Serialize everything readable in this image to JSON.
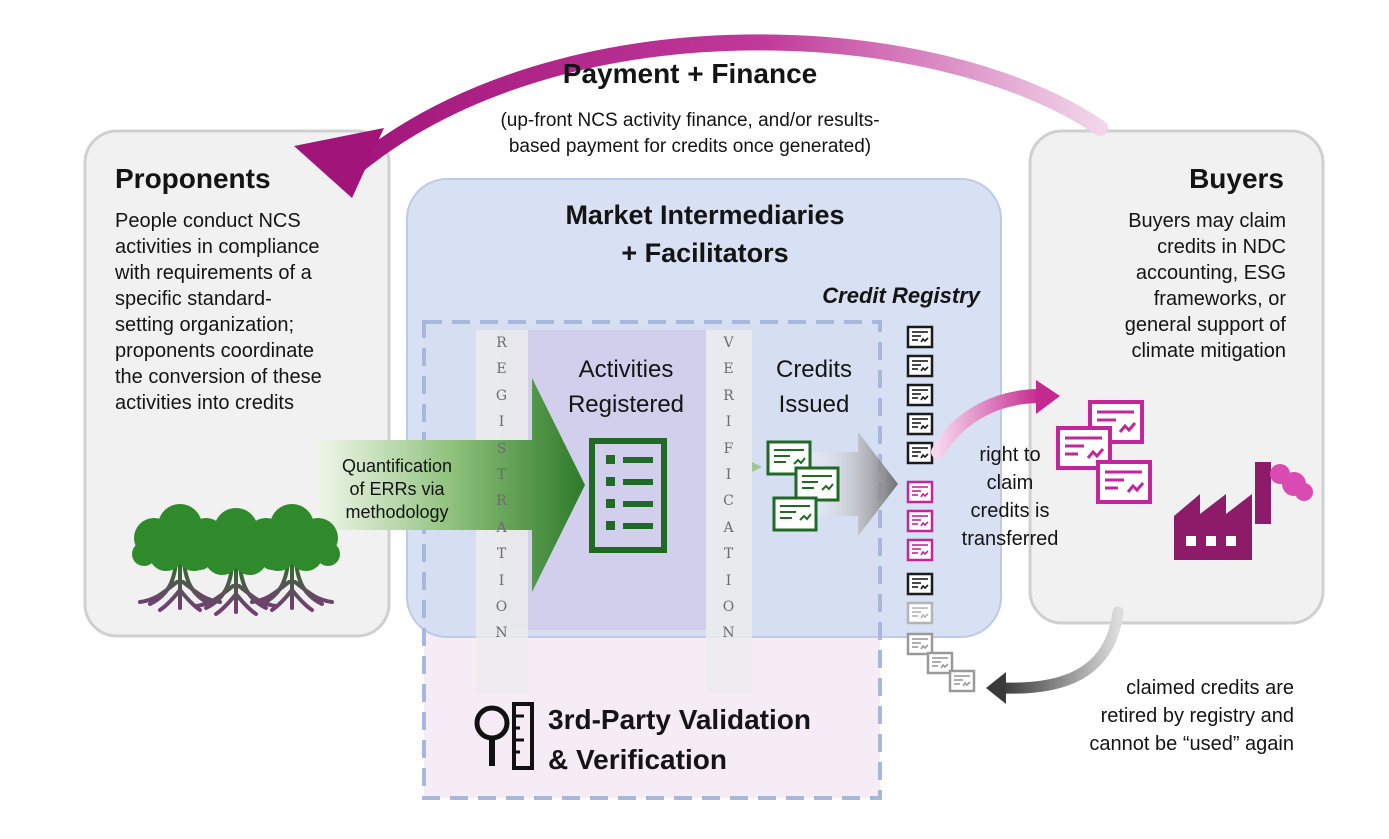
{
  "payment": {
    "title": "Payment + Finance",
    "subtitle_line1": "(up-front NCS activity finance, and/or results-",
    "subtitle_line2": "based payment for credits once generated)"
  },
  "proponents": {
    "title": "Proponents",
    "lines": [
      "People conduct NCS",
      "activities in compliance",
      "with requirements of a",
      "specific standard-",
      "setting organization;",
      "proponents coordinate",
      "the conversion of these",
      "activities into credits"
    ]
  },
  "intermediaries": {
    "title_line1": "Market Intermediaries",
    "title_line2": "+ Facilitators",
    "registry": "Credit Registry"
  },
  "quantification": {
    "lines": [
      "Quantification",
      "of ERRs via",
      "methodology"
    ]
  },
  "registration_letters": [
    "R",
    "E",
    "G",
    "I",
    "S",
    "T",
    "R",
    "A",
    "T",
    "I",
    "O",
    "N"
  ],
  "verification_letters": [
    "V",
    "E",
    "R",
    "I",
    "F",
    "I",
    "C",
    "A",
    "T",
    "I",
    "O",
    "N"
  ],
  "activities": {
    "line1": "Activities",
    "line2": "Registered"
  },
  "credits": {
    "line1": "Credits",
    "line2": "Issued"
  },
  "buyers": {
    "title": "Buyers",
    "lines": [
      "Buyers may claim",
      "credits in NDC",
      "accounting, ESG",
      "frameworks, or",
      "general support of",
      "climate mitigation"
    ]
  },
  "transfer": {
    "lines": [
      "right to",
      "claim",
      "credits is",
      "transferred"
    ]
  },
  "retired": {
    "lines": [
      "claimed credits are",
      "retired by registry and",
      "cannot be “used” again"
    ]
  },
  "validation": {
    "line1": "3rd-Party Validation",
    "line2": "& Verification"
  },
  "colors": {
    "magenta": "#c2269a",
    "dark_magenta": "#8e1a6a",
    "green": "#2f7f2c",
    "dark_green": "#1f6b26",
    "blue_panel": "#d6e0f1",
    "pink_panel": "#f6ecf6",
    "grey_panel": "#f1f1f1"
  },
  "icons": [
    "tree-icon",
    "checklist-icon",
    "certificate-icon",
    "magnifier-icon",
    "ruler-icon",
    "factory-icon"
  ]
}
